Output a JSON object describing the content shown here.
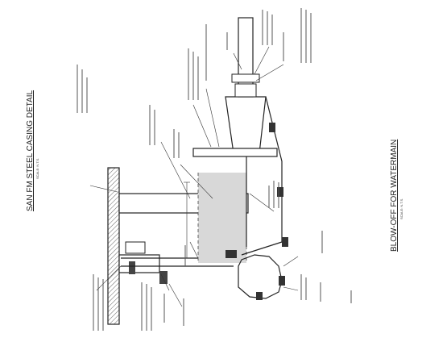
{
  "detail_casing": {
    "title": "SAN FM STEEL CASING DETAIL",
    "scale": "SCALE: N.T.S."
  },
  "detail_blowoff": {
    "title": "BLOW-OFF FOR WATERMAIN",
    "scale": "SCALE: N.T.S."
  },
  "colors": {
    "ink": "#222222",
    "hatch": "#666666",
    "shade": "#d8d8d8",
    "background": "#ffffff"
  }
}
